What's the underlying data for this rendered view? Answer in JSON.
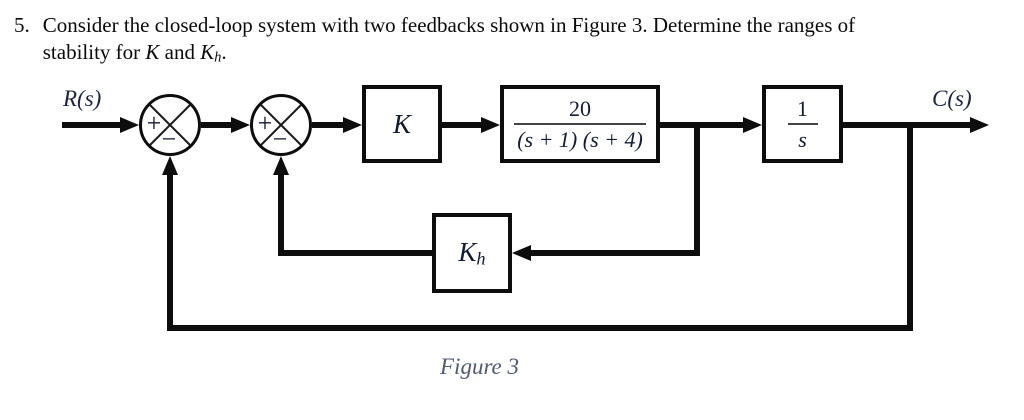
{
  "problem": {
    "number": "5.",
    "line1": "Consider the closed-loop system with two feedbacks shown in Figure 3. Determine the ranges of",
    "line2": {
      "prefix": "stability for ",
      "k": "K",
      "middle": " and ",
      "kh_base": "K",
      "kh_sub": "h",
      "suffix": "."
    }
  },
  "diagram": {
    "input_label": "R(s)",
    "output_label": "C(s)",
    "gain_block": "K",
    "plant_block": {
      "numerator": "20",
      "denominator": "(s + 1) (s + 4)"
    },
    "integrator_block": {
      "numerator": "1",
      "denominator": "s"
    },
    "feedback_block": {
      "base": "K",
      "sub": "h"
    },
    "summing_junction": {
      "plus": "+",
      "minus": "−"
    },
    "caption": "Figure 3"
  },
  "colors": {
    "line": "#0d0d0d",
    "math_label": "#131c33",
    "caption": "#4d5a70",
    "body_text": "#0a0a0a",
    "background": "#ffffff"
  }
}
